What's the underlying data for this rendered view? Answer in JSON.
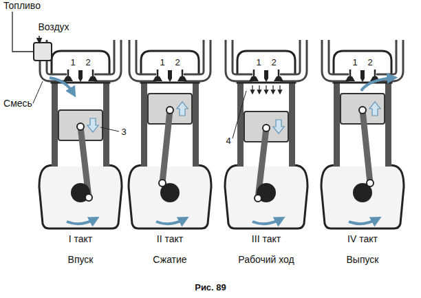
{
  "diagram": {
    "caption": "Рис. 89",
    "labels": [
      "Топливо",
      "Воздух",
      "1",
      "2",
      "1",
      "2",
      "1",
      "2",
      "1",
      "2",
      "Смесь",
      "3",
      "4",
      "I такт",
      "II такт",
      "III такт",
      "IV такт",
      "Впуск",
      "Сжатие",
      "Рабочий ход",
      "Выпуск"
    ]
  }
}
